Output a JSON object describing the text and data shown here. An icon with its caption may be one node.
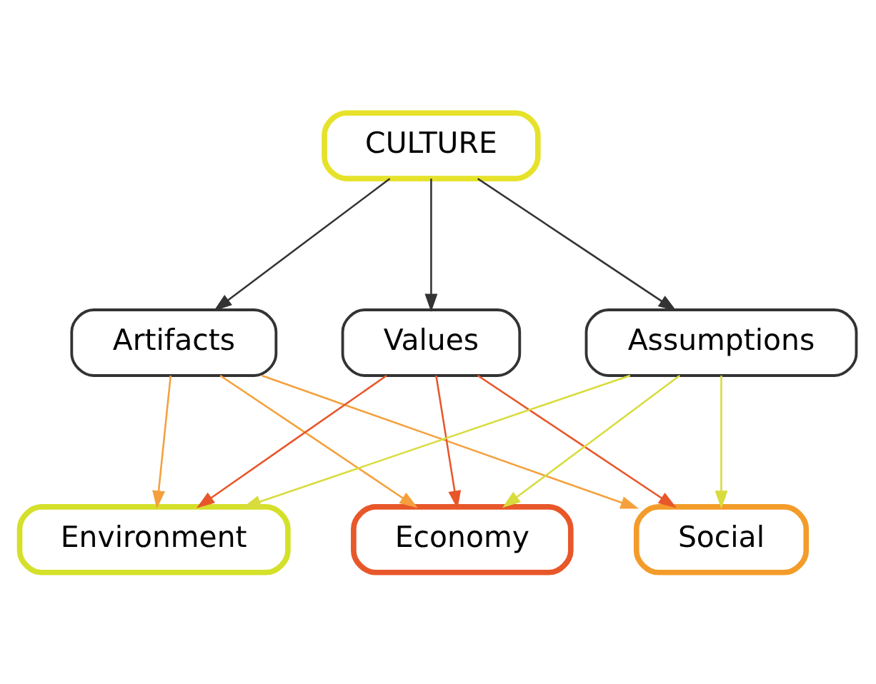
{
  "diagram": {
    "nodes": [
      {
        "text": [
          "CULTURE"
        ]
      },
      {
        "text": [
          "Artifacts"
        ]
      },
      {
        "text": [
          "Values"
        ]
      },
      {
        "text": [
          "Assumptions"
        ]
      },
      {
        "text": [
          "Environment"
        ]
      },
      {
        "text": [
          "Economy"
        ]
      },
      {
        "text": [
          "Social"
        ]
      }
    ],
    "edges": [
      {
        "from": 0,
        "to": 1,
        "arrow": "to"
      },
      {
        "from": 0,
        "to": 2,
        "arrow": "to"
      },
      {
        "from": 0,
        "to": 3,
        "arrow": "to"
      },
      {
        "from": 1,
        "to": 4,
        "arrow": "to",
        "color": "#f5a03c"
      },
      {
        "from": 1,
        "to": 5,
        "arrow": "to",
        "color": "#f5a03c"
      },
      {
        "from": 1,
        "to": 6,
        "arrow": "to",
        "color": "#f5a03c"
      },
      {
        "from": 2,
        "to": 4,
        "arrow": "to",
        "color": "#e8572a"
      },
      {
        "from": 2,
        "to": 5,
        "arrow": "to",
        "color": "#e8572a"
      },
      {
        "from": 2,
        "to": 6,
        "arrow": "to",
        "color": "#e8572a"
      },
      {
        "from": 3,
        "to": 4,
        "arrow": "to",
        "color": "#d8dc3c"
      },
      {
        "from": 3,
        "to": 5,
        "arrow": "to",
        "color": "#d8dc3c"
      },
      {
        "from": 3,
        "to": 6,
        "arrow": "to",
        "color": "#d8dc3c"
      }
    ]
  }
}
